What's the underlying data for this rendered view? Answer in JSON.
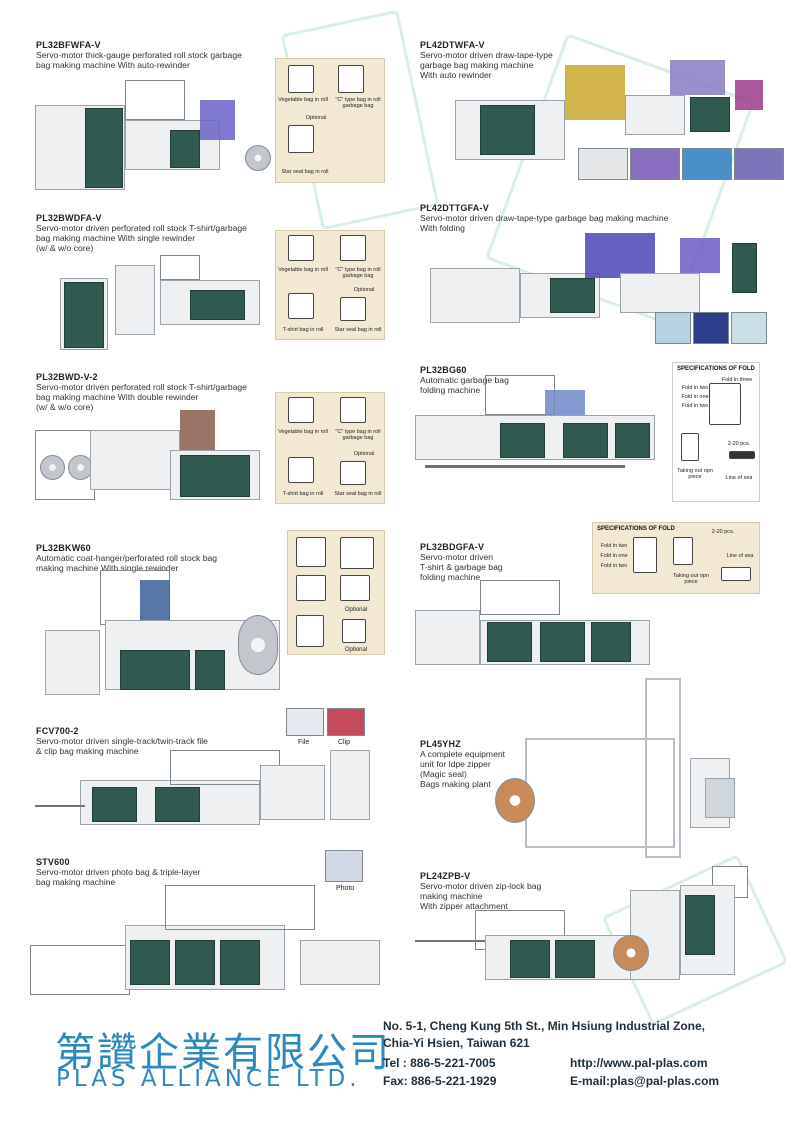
{
  "products": [
    {
      "model": "PL32BFWFA-V",
      "desc": "Servo-motor thick-gauge perforated roll stock garbage\nbag making machine With auto-rewinder",
      "inset_labels": [
        "Vegetable bag in roll",
        "\"C\" type bag in roll garbage bag",
        "Optional",
        "Star seal bag in roll"
      ]
    },
    {
      "model": "PL42DTWFA-V",
      "desc": "Servo-motor driven draw-tape-type\ngarbage bag making machine\nWith auto rewinder"
    },
    {
      "model": "PL32BWDFA-V",
      "desc": "Servo-motor driven perforated roll stock T-shirt/garbage\nbag making machine With single rewinder\n(w/ & w/o core)",
      "inset_labels": [
        "Vegetable bag in roll",
        "\"C\" type bag in roll garbage bag",
        "Optional",
        "T-shirt bag in roll",
        "Star seal bag in roll"
      ]
    },
    {
      "model": "PL42DTTGFA-V",
      "desc": "Servo-motor driven draw-tape-type garbage bag making machine\nWith folding"
    },
    {
      "model": "PL32BWD-V-2",
      "desc": "Servo-motor driven perforated roll stock T-shirt/garbage\nbag making machine With double rewinder\n(w/ & w/o core)",
      "inset_labels": [
        "Vegetable bag in roll",
        "\"C\" type bag in roll garbage bag",
        "Optional",
        "T-shirt bag in roll",
        "Star seal bag in roll"
      ]
    },
    {
      "model": "PL32BG60",
      "desc": "Automatic garbage bag\nfolding machine",
      "spec": {
        "title": "SPECIFICATIONS OF FOLD",
        "labels": [
          "Fold in three",
          "Fold in two",
          "Fold in one",
          "Fold in two",
          "2-20 pcs.",
          "Taking out opn piece",
          "Line of sea"
        ]
      }
    },
    {
      "model": "PL32BKW60",
      "desc": "Automatic coat-hanger/perforated roll stock bag\nmaking machine With single rewinder",
      "inset_labels": [
        "Optional",
        "Optional"
      ]
    },
    {
      "model": "PL32BDGFA-V",
      "desc": "Servo-motor driven\nT-shirt & garbage bag\nfolding machine",
      "spec": {
        "title": "SPECIFICATIONS OF FOLD",
        "labels": [
          "2-20 pcs.",
          "Fold in two",
          "Fold in one",
          "Fold in two",
          "Line of sea",
          "Taking out opn piece"
        ]
      }
    },
    {
      "model": "FCV700-2",
      "desc": "Servo-motor driven single-track/twin-track file\n& clip bag making machine",
      "thumbs": [
        "File",
        "Clip"
      ]
    },
    {
      "model": "PL45YHZ",
      "desc": "A complete equipment\nunit for ldpe zipper\n(Magic seal)\nBags making plant"
    },
    {
      "model": "STV600",
      "desc": "Servo-motor driven photo bag & triple-layer\nbag making machine",
      "thumbs": [
        "Photo"
      ]
    },
    {
      "model": "PL24ZPB-V",
      "desc": "Servo-motor driven zip-lock bag\nmaking machine\nWith zipper attachment"
    }
  ],
  "footer": {
    "company_zh": "第讚企業有限公司",
    "company_en": "PLAS ALLIANCE LTD.",
    "address_1": "No. 5-1, Cheng Kung 5th St., Min Hsiung Industrial Zone,",
    "address_2": "Chia-Yi Hsien, Taiwan 621",
    "tel": "Tel : 886-5-221-7005",
    "fax": "Fax: 886-5-221-1929",
    "web": "http://www.pal-plas.com",
    "email": "E-mail:plas@pal-plas.com"
  },
  "colors": {
    "brand_blue": "#2b88c0",
    "panel_green": "#2f5a4f",
    "watermark": "#d8efe6",
    "inset_beige": "#f3e9d2"
  }
}
